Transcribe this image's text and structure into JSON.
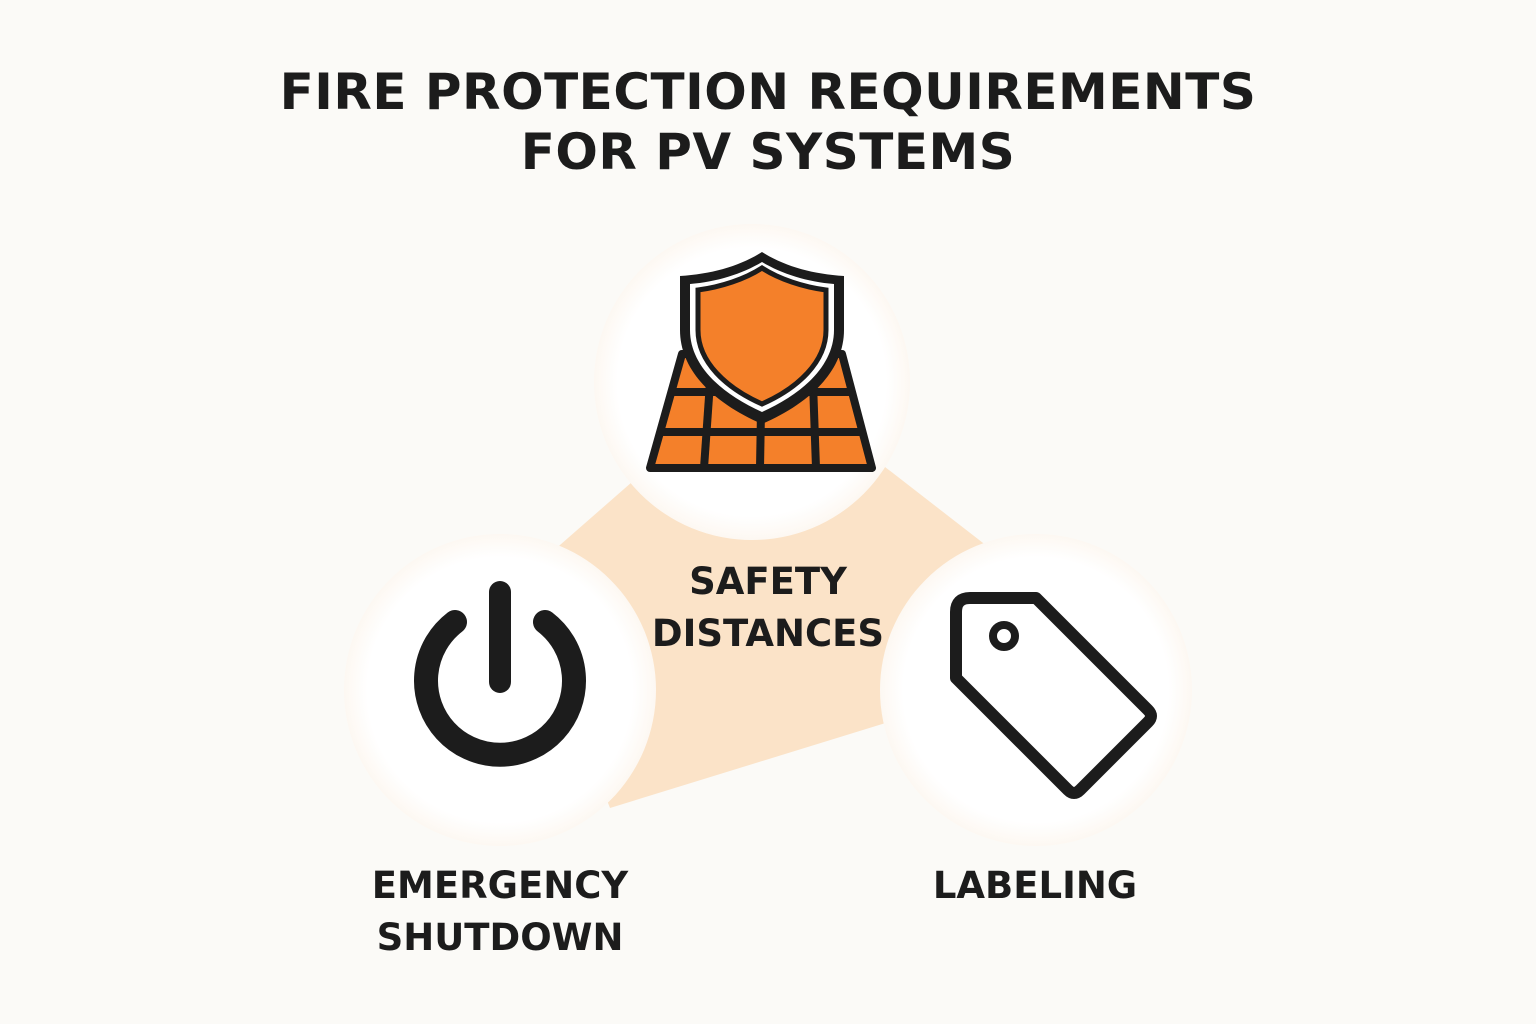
{
  "header": {
    "title_line1": "FIRE PROTECTION REQUIREMENTS",
    "title_line2": "FOR PV SYSTEMS"
  },
  "nodes": {
    "safety": {
      "label_line1": "SAFETY",
      "label_line2": "DISTANCES",
      "icon": "shield-solar-panel-icon"
    },
    "emergency": {
      "label_line1": "EMERGENCY",
      "label_line2": "SHUTDOWN",
      "icon": "power-icon"
    },
    "labeling": {
      "label": "LABELING",
      "icon": "tag-icon"
    }
  },
  "colors": {
    "accent": "#f4802a",
    "triangle": "#fbe3c8",
    "circle": "#ffffff",
    "background": "#fbfaf7",
    "ink": "#1c1c1c"
  }
}
